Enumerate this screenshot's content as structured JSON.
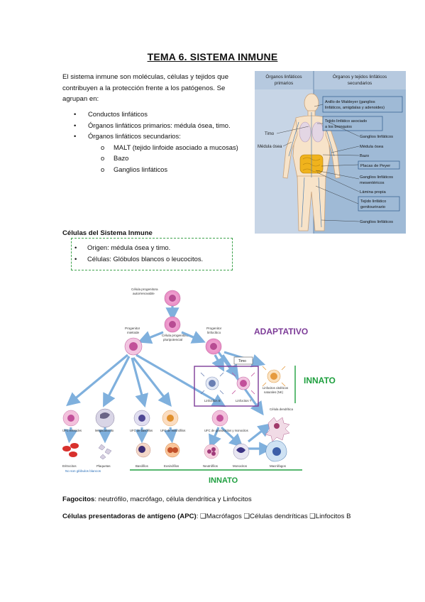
{
  "title": "TEMA 6. SISTEMA INMUNE",
  "intro": "El sistema inmune son moléculas, células y tejidos que contribuyen a la protección frente a los patógenos. Se agrupan en:",
  "list": {
    "bullet": "•",
    "sub_bullet": "o",
    "items": [
      "Conductos linfáticos",
      "Órganos linfáticos primarios: médula ósea, timo.",
      "Órganos linfáticos secundarios:"
    ],
    "sub_items": [
      "MALT (tejido linfoide asociado a mucosas)",
      "Bazo",
      "Ganglios linfáticos"
    ]
  },
  "anatomy_figure": {
    "header_left": [
      "Órganos linfáticos",
      "primarios"
    ],
    "header_right": [
      "Órganos y tejidos linfáticos",
      "secundarios"
    ],
    "label_timo": "Timo",
    "label_medula": "Médula ósea",
    "right_labels": {
      "waldeyer": [
        "Anillo de Waldeyer (ganglios",
        "linfáticos, amigdalas y adenoides)"
      ],
      "bronquios": [
        "Tejido linfático asociado",
        "a los bronquios"
      ],
      "ganglios1": "Ganglios linfáticos",
      "medula": "Médula ósea",
      "bazo": "Bazo",
      "peyer": "Placas de Peyer",
      "mesentericos": [
        "Ganglios linfáticos",
        "mesentéricos"
      ],
      "lamina": "Lámina propia",
      "genitourinario": [
        "Tejido linfático",
        "genitourinario"
      ],
      "ganglios2": "Ganglios linfáticos"
    },
    "colors": {
      "left_panel": "#c7d5e6",
      "right_panel": "#9fbad6",
      "body_skin": "#f7e3c9",
      "highlight": "#f0b31d"
    }
  },
  "cells_heading": "Células del Sistema Inmune",
  "cells_list": {
    "bullet": "•",
    "items": [
      "Origen: médula ósea y timo.",
      "Células: Glóbulos blancos o leucocitos."
    ]
  },
  "hema_figure": {
    "stem_label": [
      "Célula progenitora",
      "autorrenovable"
    ],
    "pluri_label": [
      "Célula progenitora",
      "pluripotencial"
    ],
    "myeloid_label": [
      "Progenitor",
      "mieloide"
    ],
    "lymphoid_label": [
      "Progenitor",
      "linfocítico"
    ],
    "adaptativo": "ADAPTATIVO",
    "innato": "INNATO",
    "innato_bottom": "INNATO",
    "timo_box": "Timo",
    "linfocitos_b": "Linfocitos B",
    "linfocitos_t": "Linfocitos T",
    "nk_label": [
      "Linfocitos citolíticos",
      "naturales (NK)"
    ],
    "ufc_labels": [
      "UFC eritroides",
      "Megacariocito",
      "UFC de basófilos",
      "UFC de eosinófilos",
      "UFC de granulocitos y monocitos"
    ],
    "final_labels": [
      "Eritrocitos",
      "Plaquetas",
      "Basófilos",
      "Eosinófilos",
      "Neutrófilos",
      "Monocitos",
      "Macrófagos"
    ],
    "dendritic_label": "Célula dendrítica",
    "no_son": "No son glóbulos blancos",
    "colors": {
      "adaptativo": "#7d3c98",
      "innato": "#1e9f3e",
      "arrow": "#7fb0dd",
      "no_son": "#2a6fb8"
    }
  },
  "fagocitos": {
    "label": "Fagocitos",
    "text": ": neutrófilo, macrófago, célula dendrítica y Linfocitos"
  },
  "apc": {
    "label": "Células presentadoras de antígeno (APC)",
    "text": ": ❑Macrófagos ❑Células dendríticas ❑Linfocitos B"
  }
}
